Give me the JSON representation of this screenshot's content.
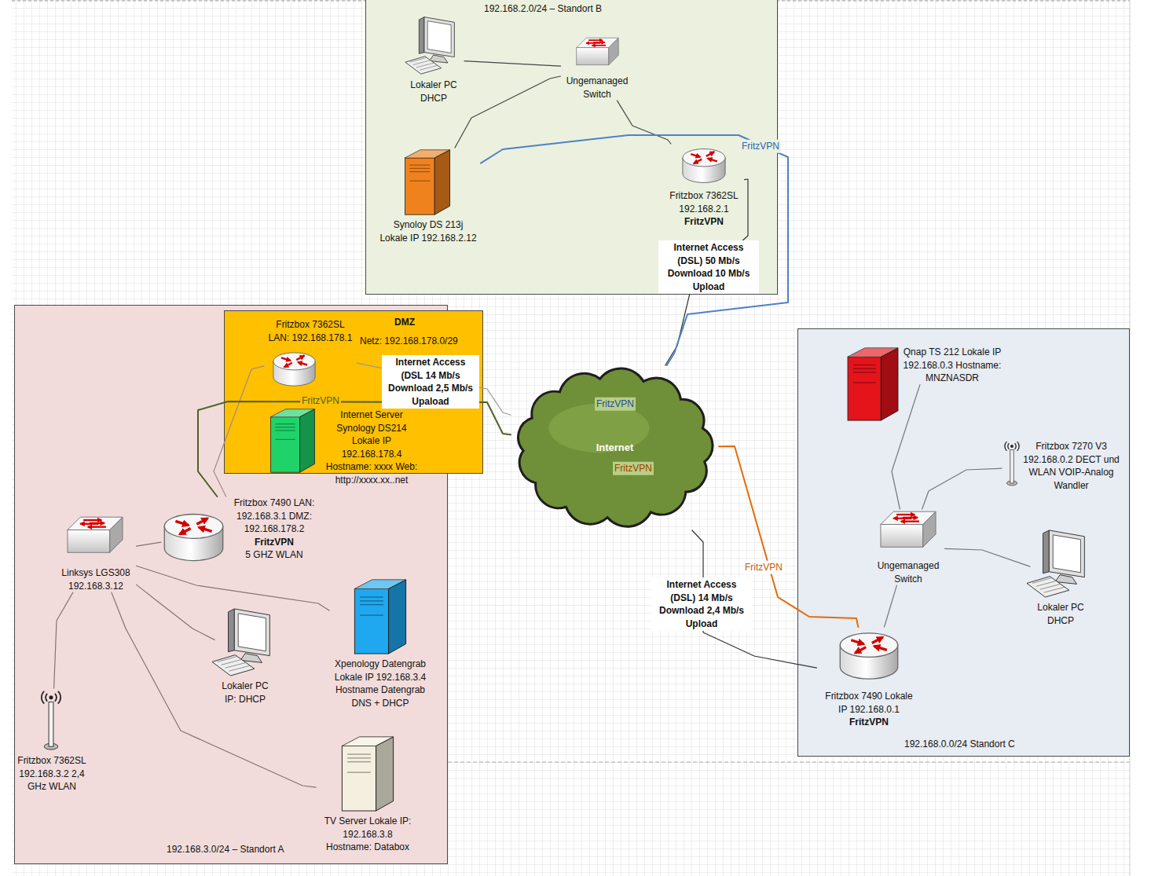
{
  "diagram": {
    "nodes": [
      {
        "text": [
          "192.168.2.0/24 – Standort B"
        ]
      },
      {
        "text": [
          "Lokaler PC DHCP"
        ],
        "in": 0
      },
      {
        "text": [
          "Ungemanaged Switch"
        ],
        "in": 0
      },
      {
        "text": [
          "Synoloy DS 213j Lokale IP 192.168.2.12"
        ],
        "in": 0
      },
      {
        "text": [
          "Fritzbox 7362SL 192.168.2.1",
          "FritzVPN"
        ],
        "in": 0
      },
      {
        "text": [
          "192.168.3.0/24 – Standort A"
        ]
      },
      {
        "text": [
          "DMZ",
          "Netz: 192.168.178.0/29"
        ],
        "in": 5
      },
      {
        "text": [
          "Fritzbox 7362SL LAN: 192.168.178.1"
        ],
        "in": 6
      },
      {
        "text": [
          "Internet Server Synology DS214 Lokale IP 192.168.178.4 Hostname: xxxx Web: http://xxxx.xx..net"
        ],
        "in": 6
      },
      {
        "text": [
          "Fritzbox 7490 LAN: 192.168.3.1 DMZ: 192.168.178.2",
          "FritzVPN",
          "5 GHZ WLAN"
        ],
        "in": 5
      },
      {
        "text": [
          "Linksys LGS308 192.168.3.12"
        ],
        "in": 5
      },
      {
        "text": [
          "Lokaler PC IP: DHCP"
        ],
        "in": 5
      },
      {
        "text": [
          "Xpenology Datengrab Lokale IP 192.168.3.4 Hostname Datengrab DNS + DHCP"
        ],
        "in": 5
      },
      {
        "text": [
          "Fritzbox 7362SL 192.168.3.2 2,4 GHz WLAN"
        ],
        "in": 5
      },
      {
        "text": [
          "TV Server Lokale IP: 192.168.3.8 Hostname: Databox"
        ],
        "in": 5
      },
      {
        "text": [
          "Internet"
        ]
      },
      {
        "text": [
          "192.168.0.0/24 Standort C"
        ]
      },
      {
        "text": [
          "Qnap TS 212 Lokale IP 192.168.0.3 Hostname: MNZNASDR"
        ],
        "in": 16
      },
      {
        "text": [
          "Fritzbox 7270 V3 192.168.0.2 DECT und WLAN VOIP-Analog Wandler"
        ],
        "in": 16
      },
      {
        "text": [
          "Ungemanaged Switch"
        ],
        "in": 16
      },
      {
        "text": [
          "Lokaler PC DHCP"
        ],
        "in": 16
      },
      {
        "text": [
          "Fritzbox 7490 Lokale IP 192.168.0.1",
          "FritzVPN"
        ],
        "in": 16
      }
    ],
    "edges": [
      {
        "from": 1,
        "to": 2,
        "arrow": "none"
      },
      {
        "from": 3,
        "to": 2,
        "arrow": "none"
      },
      {
        "from": 2,
        "to": 4,
        "arrow": "none"
      },
      {
        "from": 4,
        "to": 15,
        "arrow": "none"
      },
      {
        "from": 3,
        "to": 15,
        "label": "FritzVPN",
        "arrow": "none"
      },
      {
        "from": 7,
        "to": 15,
        "arrow": "none"
      },
      {
        "from": 7,
        "to": 9,
        "arrow": "none"
      },
      {
        "from": 9,
        "to": 15,
        "label": "FritzVPN",
        "arrow": "none"
      },
      {
        "from": 9,
        "to": 10,
        "arrow": "none"
      },
      {
        "from": 10,
        "to": 13,
        "arrow": "none"
      },
      {
        "from": 10,
        "to": 11,
        "arrow": "none"
      },
      {
        "from": 10,
        "to": 12,
        "arrow": "none"
      },
      {
        "from": 10,
        "to": 14,
        "arrow": "none"
      },
      {
        "from": 15,
        "to": 21,
        "arrow": "none"
      },
      {
        "from": 15,
        "to": 21,
        "label": "FritzVPN",
        "arrow": "none"
      },
      {
        "from": 21,
        "to": 19,
        "arrow": "none"
      },
      {
        "from": 19,
        "to": 17,
        "arrow": "none"
      },
      {
        "from": 19,
        "to": 18,
        "arrow": "none"
      },
      {
        "from": 19,
        "to": 20,
        "arrow": "none"
      }
    ],
    "labels": [
      "Internet Access (DSL) 50 Mb/s Download 10 Mb/s Upload",
      "Internet Access (DSL 14 Mb/s Download 2,5 Mb/s Upaload",
      "Internet Access (DSL) 14 Mb/s Download 2,4 Mb/s Upload",
      "FritzVPN",
      "FritzVPN"
    ]
  }
}
